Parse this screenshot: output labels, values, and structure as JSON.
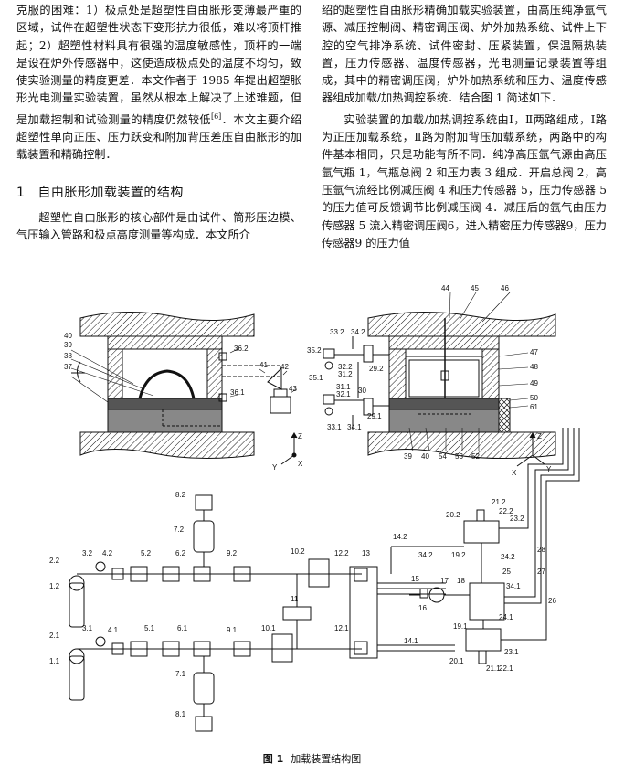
{
  "left_column": {
    "para1": "克服的困难：1）极点处是超塑性自由胀形变薄最严重的区域，试件在超塑性状态下变形抗力很低，难以将顶杆推起；2）超塑性材料具有很强的温度敏感性，顶杆的一端是设在炉外传感器中，这使造成极点处的温度不均匀，致使实验测量的精度更差．本文作者于 1985 年提出超塑胀形光电测量实验装置，虽然从根本上解决了上述难题，但是加载控制和试验测量的精度仍然较低",
    "para1_ref": "[6]",
    "para1_tail": "．本文主要介绍超塑性单向正压、压力跃变和附加背压差压自由胀形的加载装置和精确控制．",
    "heading_num": "1",
    "heading_text": "自由胀形加载装置的结构",
    "para2": "超塑性自由胀形的核心部件是由试件、筒形压边模、气压输入管路和极点高度测量等构成．本文所介"
  },
  "right_column": {
    "para1": "绍的超塑性自由胀形精确加载实验装置，由高压纯净氩气源、减压控制阀、精密调压阀、炉外加热系统、试件上下腔的空气排净系统、试件密封、压紧装置，保温隔热装置，压力传感器、温度传感器，光电测量记录装置等组成，其中的精密调压阀，炉外加热系统和压力、温度传感器组成加载/加热调控系统．结合图 1 简述如下．",
    "para2": "实验装置的加载/加热调控系统由Ⅰ，Ⅱ两路组成，Ⅰ路为正压加载系统，Ⅱ路为附加背压加载系统，两路中的构件基本相同，只是功能有所不同．纯净高压氩气源由高压氩气瓶 1，气瓶总阀 2 和压力表 3 组成．开启总阀 2，高压氩气流经比例减压阀 4 和压力传感器 5，压力传感器 5 的压力值可反馈调节比例减压阀 4．减压后的氩气由压力传感器 5 流入精密调压阀6，进入精密压力传感器9，压力传感器9 的压力值"
  },
  "figure": {
    "caption_no": "图 1",
    "caption_text": "加载装置结构图",
    "labels": {
      "l40": "40",
      "l39": "39",
      "l38": "38",
      "l37": "37",
      "l36_2": "36.2",
      "l36_1": "36.1",
      "l41": "41",
      "l42": "42",
      "l43": "43",
      "l44": "44",
      "l45": "45",
      "l46": "46",
      "l47": "47",
      "l48": "48",
      "l49": "49",
      "l50": "50",
      "l61": "61",
      "l33_2": "33.2",
      "l34_2": "34.2",
      "l35_2": "35.2",
      "l32_2": "32.2",
      "l31_2": "31.2",
      "l29_2": "29.2",
      "l30": "30",
      "l35_1": "35.1",
      "l31_1": "31.1",
      "l32_1": "32.1",
      "l29_1": "29.1",
      "l33_1": "33.1",
      "l34_1b": "34.1",
      "b39": "39",
      "b40": "40",
      "b54": "54",
      "b53": "53",
      "b52": "52",
      "ax1z": "Z",
      "ax1y": "Y",
      "ax1x": "X",
      "ax2z": "Z",
      "ax2x": "X",
      "ax2y": "Y",
      "l8_2": "8.2",
      "l7_2": "7.2",
      "l2_2": "2.2",
      "l3_2": "3.2",
      "l4_2": "4.2",
      "l5_2": "5.2",
      "l6_2": "6.2",
      "l9_2": "9.2",
      "l10_2": "10.2",
      "l12_2": "12.2",
      "l13": "13",
      "l14_2": "14.2",
      "l34_2b": "34.2",
      "l1_2": "1.2",
      "l11": "11",
      "l15": "15",
      "l16": "16",
      "l17": "17",
      "l18": "18",
      "l19_2": "19.2",
      "l20_2": "20.2",
      "l21_2": "21.2",
      "l22_2": "22.2",
      "l23_2": "23.2",
      "l24_2": "24.2",
      "l25": "25",
      "l34_1": "34.1",
      "l27": "27",
      "l28": "28",
      "l26": "26",
      "l24_1": "24.1",
      "l19_1": "19.1",
      "l14_1": "14.1",
      "l12_1": "12.1",
      "l2_1": "2.1",
      "l3_1": "3.1",
      "l4_1": "4.1",
      "l5_1": "5.1",
      "l6_1": "6.1",
      "l9_1": "9.1",
      "l10_1": "10.1",
      "l1_1": "1.1",
      "l7_1": "7.1",
      "l8_1": "8.1",
      "l20_1": "20.1",
      "l21_1": "21.1",
      "l22_1": "22.1",
      "l23_1": "23.1"
    }
  }
}
